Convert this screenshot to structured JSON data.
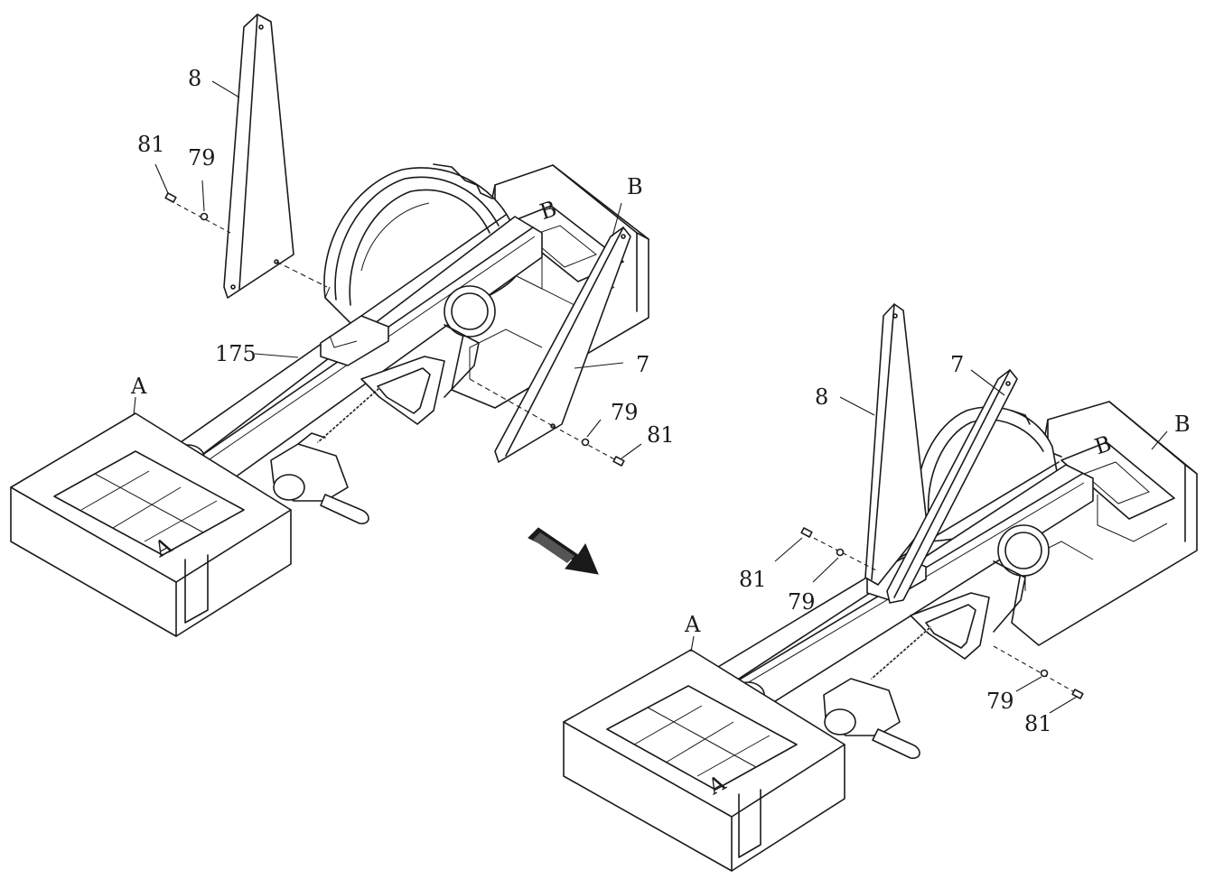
{
  "diagram": {
    "left_view": {
      "labels": {
        "part8": "8",
        "part81": "81",
        "part79": "79",
        "part175": "175",
        "part7": "7",
        "partB": "B",
        "part79b": "79",
        "part81b": "81",
        "partA": "A",
        "block_letter_b": "B",
        "block_letter_a": "A"
      }
    },
    "right_view": {
      "labels": {
        "part8": "8",
        "part7": "7",
        "partB": "B",
        "partA": "A",
        "part81": "81",
        "part79": "79",
        "part79b": "79",
        "part81b": "81",
        "block_letter_b": "B",
        "block_letter_a": "A"
      }
    },
    "arrow": {
      "icon": "right-down-arrow-icon"
    }
  }
}
